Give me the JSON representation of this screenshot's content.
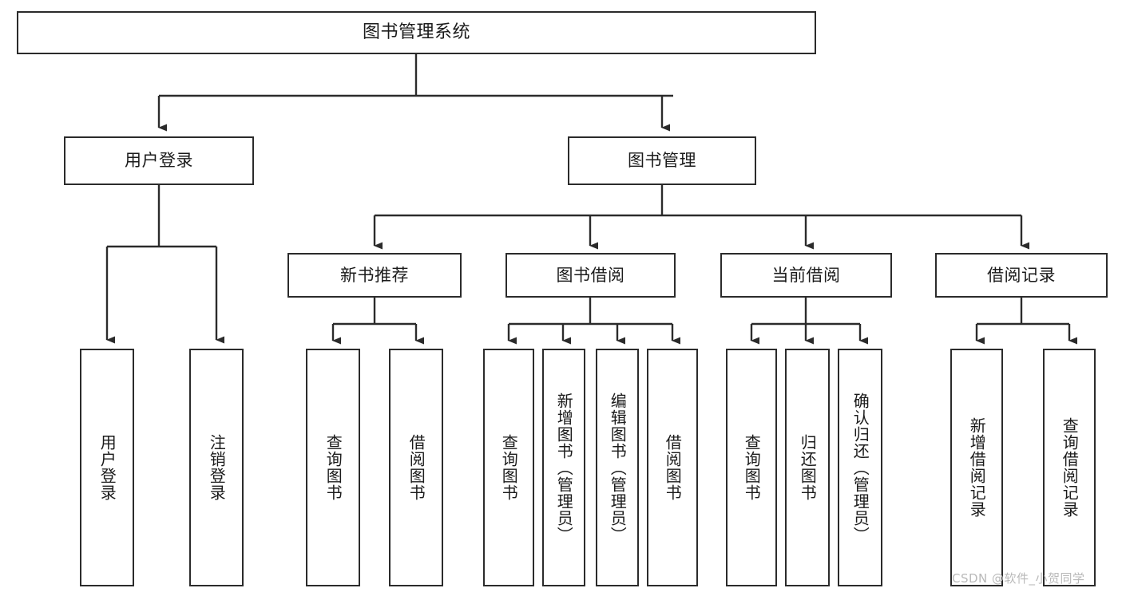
{
  "diagram": {
    "title": "图书管理系统",
    "type": "tree-hierarchy-chart",
    "root": {
      "label": "图书管理系统"
    },
    "level1": [
      {
        "label": "用户登录"
      },
      {
        "label": "图书管理"
      }
    ],
    "level2": [
      {
        "label": "新书推荐"
      },
      {
        "label": "图书借阅"
      },
      {
        "label": "当前借阅"
      },
      {
        "label": "借阅记录"
      }
    ],
    "leaves": {
      "user_login": [
        {
          "label": "用户登录"
        },
        {
          "label": "注销登录"
        }
      ],
      "new_book_recommend": [
        {
          "label": "查询图书"
        },
        {
          "label": "借阅图书"
        }
      ],
      "book_borrow": [
        {
          "label": "查询图书"
        },
        {
          "label": "新增图书（管理员）"
        },
        {
          "label": "编辑图书（管理员）"
        },
        {
          "label": "借阅图书"
        }
      ],
      "current_borrow": [
        {
          "label": "查询图书"
        },
        {
          "label": "归还图书"
        },
        {
          "label": "确认归还（管理员）"
        }
      ],
      "borrow_record": [
        {
          "label": "新增借阅记录"
        },
        {
          "label": "查询借阅记录"
        }
      ]
    }
  },
  "watermark": {
    "text": "CSDN @软件_小贺同学"
  },
  "colors": {
    "stroke": "#2b2b2b",
    "fill": "#ffffff",
    "text": "#1b1b1b",
    "watermark": "#b9b9b9"
  }
}
